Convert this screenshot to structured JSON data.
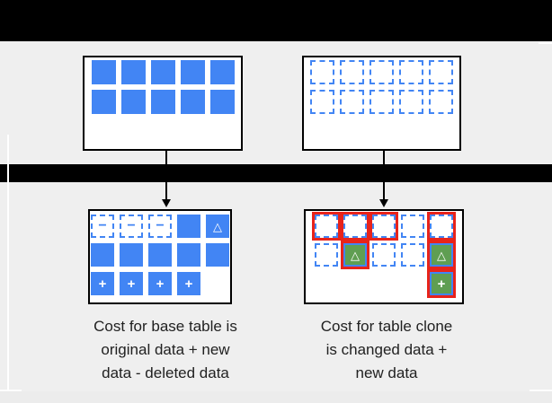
{
  "palette": {
    "background": "#EFEFEF",
    "bar_black": "#000000",
    "box_fill": "#FFFFFF",
    "box_border": "#000000",
    "blue": "#4285F4",
    "green": "#5F9E52",
    "red": "#E8231A",
    "glyph_white": "#FFFFFF",
    "text": "#212121"
  },
  "glyphs": {
    "minus": "−",
    "plus": "+",
    "triangle": "△"
  },
  "tables": {
    "top_left": {
      "rows": [
        [
          "filled",
          "filled",
          "filled",
          "filled",
          "filled"
        ],
        [
          "filled",
          "filled",
          "filled",
          "filled",
          "filled"
        ]
      ]
    },
    "top_right": {
      "rows": [
        [
          "dashed",
          "dashed",
          "dashed",
          "dashed",
          "dashed"
        ],
        [
          "dashed",
          "dashed",
          "dashed",
          "dashed",
          "dashed"
        ]
      ]
    },
    "bottom_left": {
      "rows": [
        [
          "dashed-minus",
          "dashed-minus",
          "dashed-minus",
          "filled",
          "filled-triangle"
        ],
        [
          "filled",
          "filled",
          "filled",
          "filled",
          "filled"
        ],
        [
          "filled-plus",
          "filled-plus",
          "filled-plus",
          "filled-plus",
          "empty"
        ]
      ]
    },
    "bottom_right": {
      "rows": [
        [
          "dashed-red",
          "dashed-red",
          "dashed-red",
          "dashed",
          "dashed-red"
        ],
        [
          "dashed",
          "green-triangle-red",
          "dashed",
          "dashed",
          "green-triangle-red"
        ],
        [
          "empty",
          "empty",
          "empty",
          "empty",
          "green-plus-red"
        ]
      ]
    }
  },
  "captions": {
    "left": {
      "lines": [
        "Cost for base table is",
        "original data + new",
        "data - deleted data"
      ]
    },
    "right": {
      "lines": [
        "Cost for table clone",
        "is changed data +",
        "new data"
      ]
    }
  }
}
